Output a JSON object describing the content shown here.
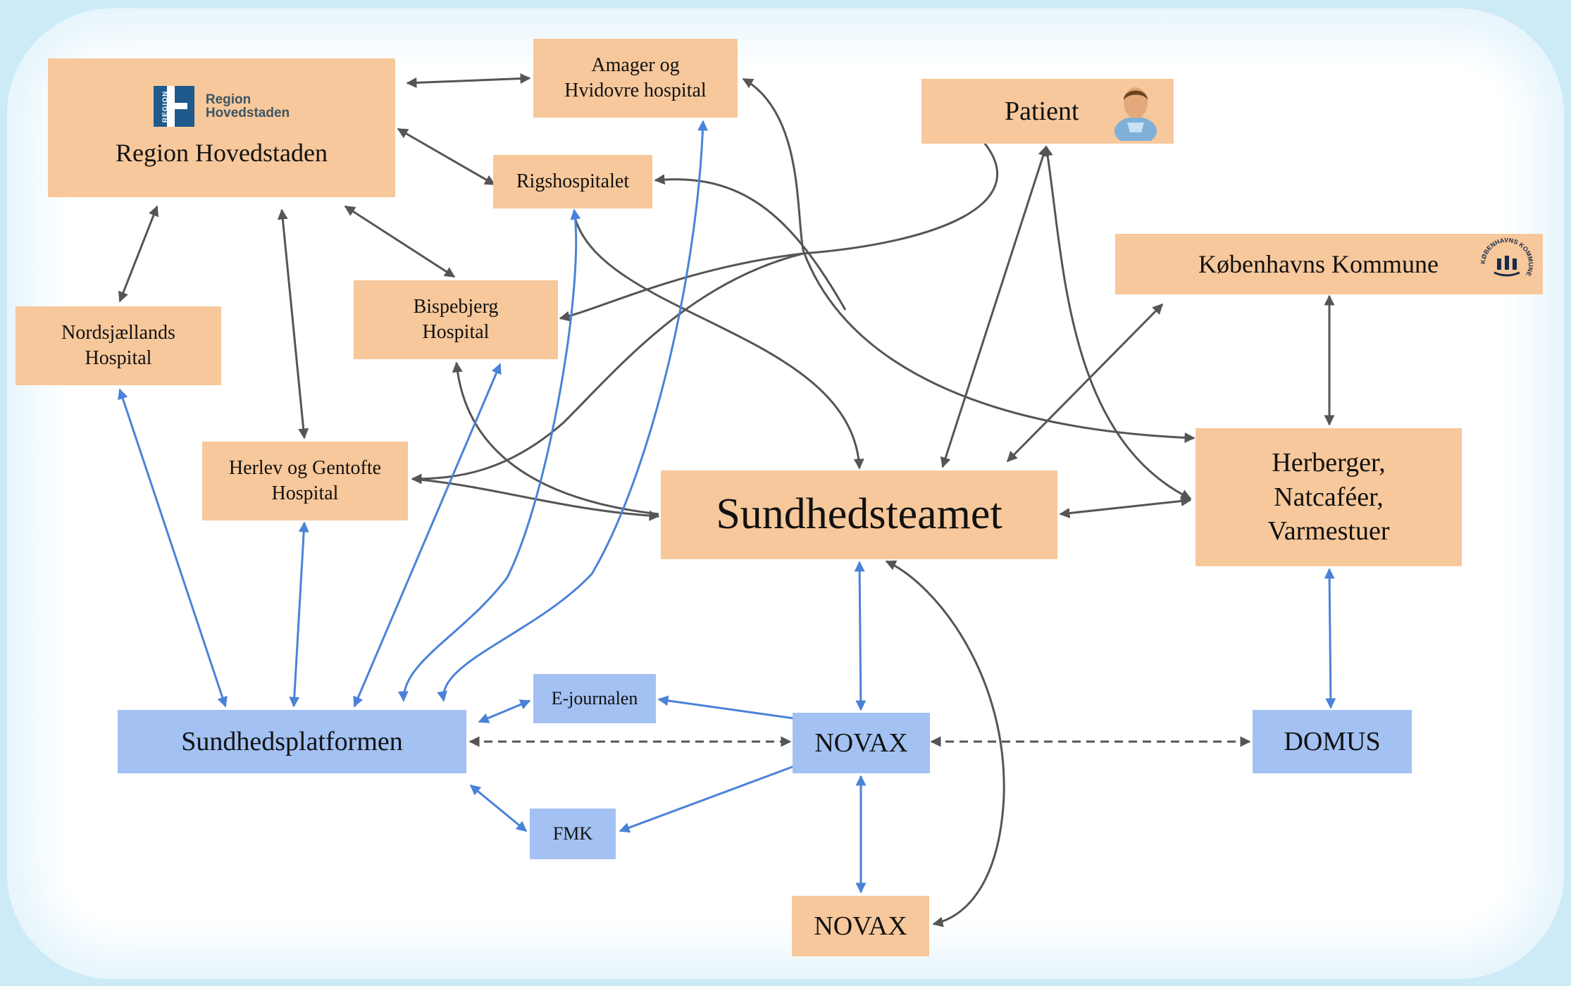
{
  "nodes": {
    "region": {
      "label": "Region Hovedstaden",
      "logo_line1": "Region",
      "logo_line2": "Hovedstaden",
      "logo_tag": "REGION"
    },
    "amager": {
      "label": "Amager og\nHvidovre hospital"
    },
    "rigs": {
      "label": "Rigshospitalet"
    },
    "bisp": {
      "label": "Bispebjerg\nHospital"
    },
    "nord": {
      "label": "Nordsjællands\nHospital"
    },
    "herlev": {
      "label": "Herlev og Gentofte\nHospital"
    },
    "patient": {
      "label": "Patient"
    },
    "kk": {
      "label": "Københavns Kommune",
      "logo_text": "KØBENHAVNS KOMMUNE"
    },
    "herberger": {
      "label": "Herberger,\nNatcaféer,\nVarmestuer"
    },
    "sundhedsteamet": {
      "label": "Sundhedsteamet"
    },
    "sp": {
      "label": "Sundhedsplatformen"
    },
    "ejournal": {
      "label": "E-journalen"
    },
    "fmk": {
      "label": "FMK"
    },
    "novax": {
      "label": "NOVAX"
    },
    "novax2": {
      "label": "NOVAX"
    },
    "domus": {
      "label": "DOMUS"
    }
  },
  "colors": {
    "organisation_box": "#f7c89b",
    "system_box": "#a3c1f2",
    "organisation_link": "#555555",
    "system_link": "#4a82d8",
    "background": "#cdeaf7"
  },
  "icons": [
    "region-hovedstaden-logo",
    "patient-avatar-icon",
    "kobenhavns-kommune-seal-icon"
  ]
}
